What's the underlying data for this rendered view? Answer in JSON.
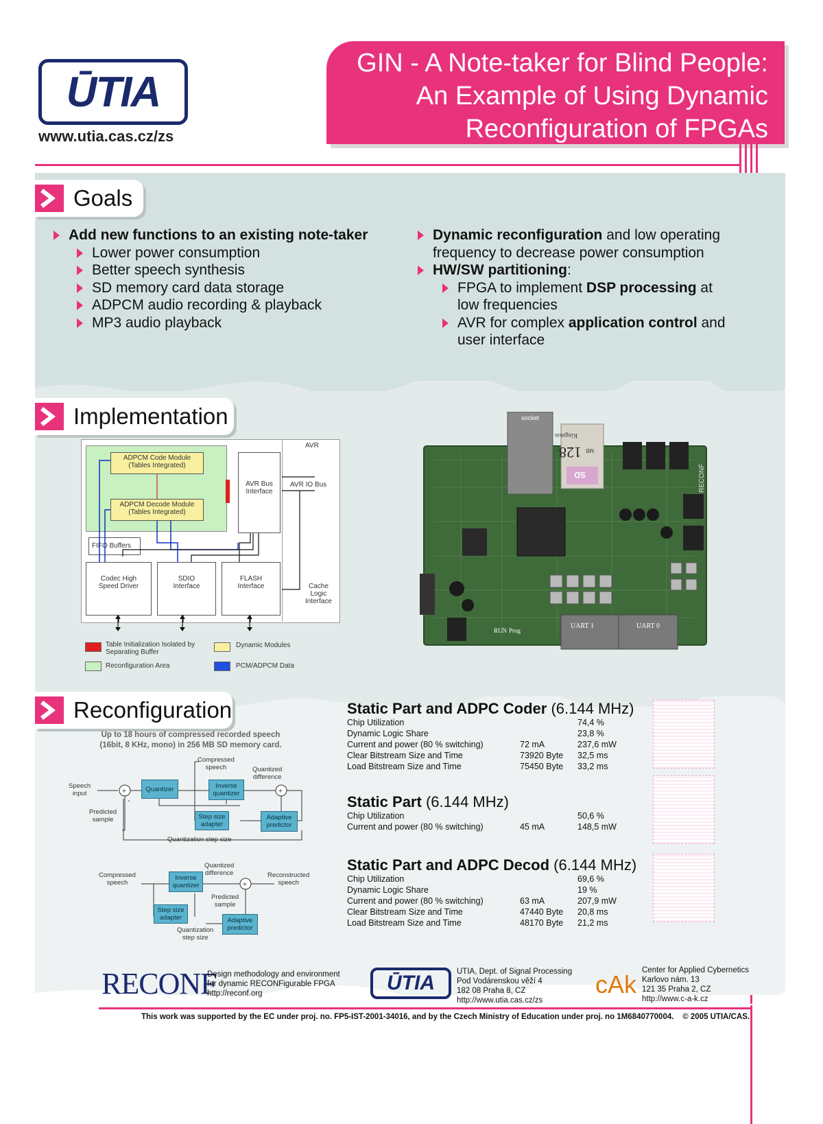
{
  "header": {
    "logo_text": "ŪTIA",
    "url": "www.utia.cas.cz/zs",
    "title_lines": [
      "GIN - A Note-taker for Blind People:",
      "An Example of Using Dynamic",
      "Reconfiguration of FPGAs"
    ]
  },
  "goals": {
    "heading": "Goals",
    "left": {
      "main": "Add new functions to an existing note-taker",
      "items": [
        "Lower power consumption",
        "Better speech synthesis",
        "SD memory card data storage",
        "ADPCM audio recording & playback",
        "MP3 audio playback"
      ]
    },
    "right": {
      "item1_bold": "Dynamic reconfiguration",
      "item1_rest": " and low operating",
      "item1_line2": "frequency to decrease power consumption",
      "item2_bold": "HW/SW partitioning",
      "item2_rest": ":",
      "sub1_pre": "FPGA to implement ",
      "sub1_bold": "DSP processing",
      "sub1_post": " at",
      "sub1_line2": "low frequencies",
      "sub2_pre": "AVR for complex ",
      "sub2_bold": "application control",
      "sub2_post": " and",
      "sub2_line2": "user interface"
    }
  },
  "implementation": {
    "heading": "Implementation",
    "diagram": {
      "avr": "AVR",
      "coder": "ADPCM Code Module\n(Tables Integrated)",
      "coder_l1": "ADPCM Code Module",
      "coder_l2": "(Tables Integrated)",
      "decoder_l1": "ADPCM Decode Module",
      "decoder_l2": "(Tables Integrated)",
      "avr_bus_l1": "AVR Bus",
      "avr_bus_l2": "Interface",
      "avr_io_bus": "AVR IO Bus",
      "fifo": "FIFO Buffers",
      "codec_l1": "Codec High",
      "codec_l2": "Speed Driver",
      "sdio_l1": "SDIO",
      "sdio_l2": "Interface",
      "flash_l1": "FLASH",
      "flash_l2": "Interface",
      "cache_l1": "Cache",
      "cache_l2": "Logic",
      "cache_l3": "Interface"
    },
    "legend": {
      "red_l1": "Table Initialization Isolated by",
      "red_l2": "Separating Buffer",
      "yellow": "Dynamic Modules",
      "green": "Reconfiguration Area",
      "blue": "PCM/ADPCM Data"
    },
    "board_labels": {
      "socket": "socket",
      "card_size": "128",
      "card_unit": "MB",
      "card_brand": "Kingston",
      "card_logo": "SD",
      "reconf": "RECONF",
      "uart1": "UART 1",
      "uart0": "UART 0",
      "run": "RUN",
      "prog": "Prog"
    }
  },
  "reconfiguration": {
    "heading": "Reconfiguration",
    "caption_l1": "Up to 18 hours of compressed recorded speech",
    "caption_l2": "(16bit, 8 KHz, mono) in 256 MB SD memory card.",
    "encoder": {
      "speech_input_l1": "Speech",
      "speech_input_l2": "input",
      "predicted_l1": "Predicted",
      "predicted_l2": "sample",
      "quantizer": "Quantizer",
      "compressed_l1": "Compressed",
      "compressed_l2": "speech",
      "inverse_l1": "Inverse",
      "inverse_l2": "quantizer",
      "quantized_l1": "Quantized",
      "quantized_l2": "difference",
      "step_l1": "Step size",
      "step_l2": "adapter",
      "adaptive_l1": "Adaptive",
      "adaptive_l2": "predictor",
      "qstep": "Quantization step size",
      "plus": "+",
      "minus": "-"
    },
    "decoder": {
      "compressed_l1": "Compressed",
      "compressed_l2": "speech",
      "inverse_l1": "Inverse",
      "inverse_l2": "quantizer",
      "quantized_l1": "Quantized",
      "quantized_l2": "difference",
      "reconstructed_l1": "Reconstructed",
      "reconstructed_l2": "speech",
      "predicted_l1": "Predicted",
      "predicted_l2": "sample",
      "step_l1": "Step size",
      "step_l2": "adapter",
      "adaptive_l1": "Adaptive",
      "adaptive_l2": "predictor",
      "qstep_l1": "Quantization",
      "qstep_l2": "step size",
      "plus": "+"
    }
  },
  "stats": [
    {
      "title_bold": "Static Part and ADPC Coder",
      "title_rest": " (6.144 MHz)",
      "rows": [
        {
          "label": "Chip Utilization",
          "mid": "",
          "val": "74,4 %"
        },
        {
          "label": "Dynamic Logic Share",
          "mid": "",
          "val": "23,8 %"
        },
        {
          "label": "Current and power (80 % switching)",
          "mid": "72 mA",
          "val": "237,6 mW"
        },
        {
          "label": "Clear Bitstream Size and Time",
          "mid": "73920 Byte",
          "val": "32,5 ms"
        },
        {
          "label": "Load Bitstream Size and Time",
          "mid": "75450 Byte",
          "val": "33,2 ms"
        }
      ]
    },
    {
      "title_bold": "Static Part",
      "title_rest": " (6.144 MHz)",
      "rows": [
        {
          "label": "Chip Utilization",
          "mid": "",
          "val": "50,6 %"
        },
        {
          "label": "Current and power (80 % switching)",
          "mid": "45 mA",
          "val": "148,5 mW"
        }
      ]
    },
    {
      "title_bold": "Static Part and ADPC Decod",
      "title_rest": " (6.144 MHz)",
      "rows": [
        {
          "label": "Chip Utilization",
          "mid": "",
          "val": "69,6 %"
        },
        {
          "label": "Dynamic Logic Share",
          "mid": "",
          "val": "19 %"
        },
        {
          "label": "Current and power (80 % switching)",
          "mid": "63 mA",
          "val": "207,9 mW"
        },
        {
          "label": "Clear Bitstream Size and Time",
          "mid": "47440  Byte",
          "val": "20,8 ms"
        },
        {
          "label": "Load Bitstream Size and Time",
          "mid": "48170  Byte",
          "val": "21,2 ms"
        }
      ]
    }
  ],
  "footer": {
    "reconf_logo": "RECONF",
    "reconf_l1": "Design methodology and environment",
    "reconf_l2": "for dynamic RECONFigurable FPGA",
    "reconf_l3": "http://reconf.org",
    "utia_logo": "ŪTIA",
    "utia_l1": "UTIA, Dept. of Signal Processing",
    "utia_l2": "Pod Vodárenskou věží 4",
    "utia_l3": "182 08 Praha 8, CZ",
    "utia_l4": "http://www.utia.cas.cz/zs",
    "cak_logo": "cAk",
    "cak_l1": "Center for Applied Cybernetics",
    "cak_l2": "Karlovo nám. 13",
    "cak_l3": "121 35 Praha 2, CZ",
    "cak_l4": "http://www.c-a-k.cz",
    "note": "This work was supported by the EC under proj. no. FP5-IST-2001-34016, and by the Czech Ministry of Education under proj. no 1M6840770004.    © 2005 UTIA/CAS."
  },
  "colors": {
    "accent": "#e8327c",
    "navy": "#1a2a6c",
    "goals_bg": "#d3e2e0",
    "diagram_blue": "#5ab3cf",
    "reconf_area": "#c8f0c0",
    "dynamic_module": "#f8f0a0"
  }
}
